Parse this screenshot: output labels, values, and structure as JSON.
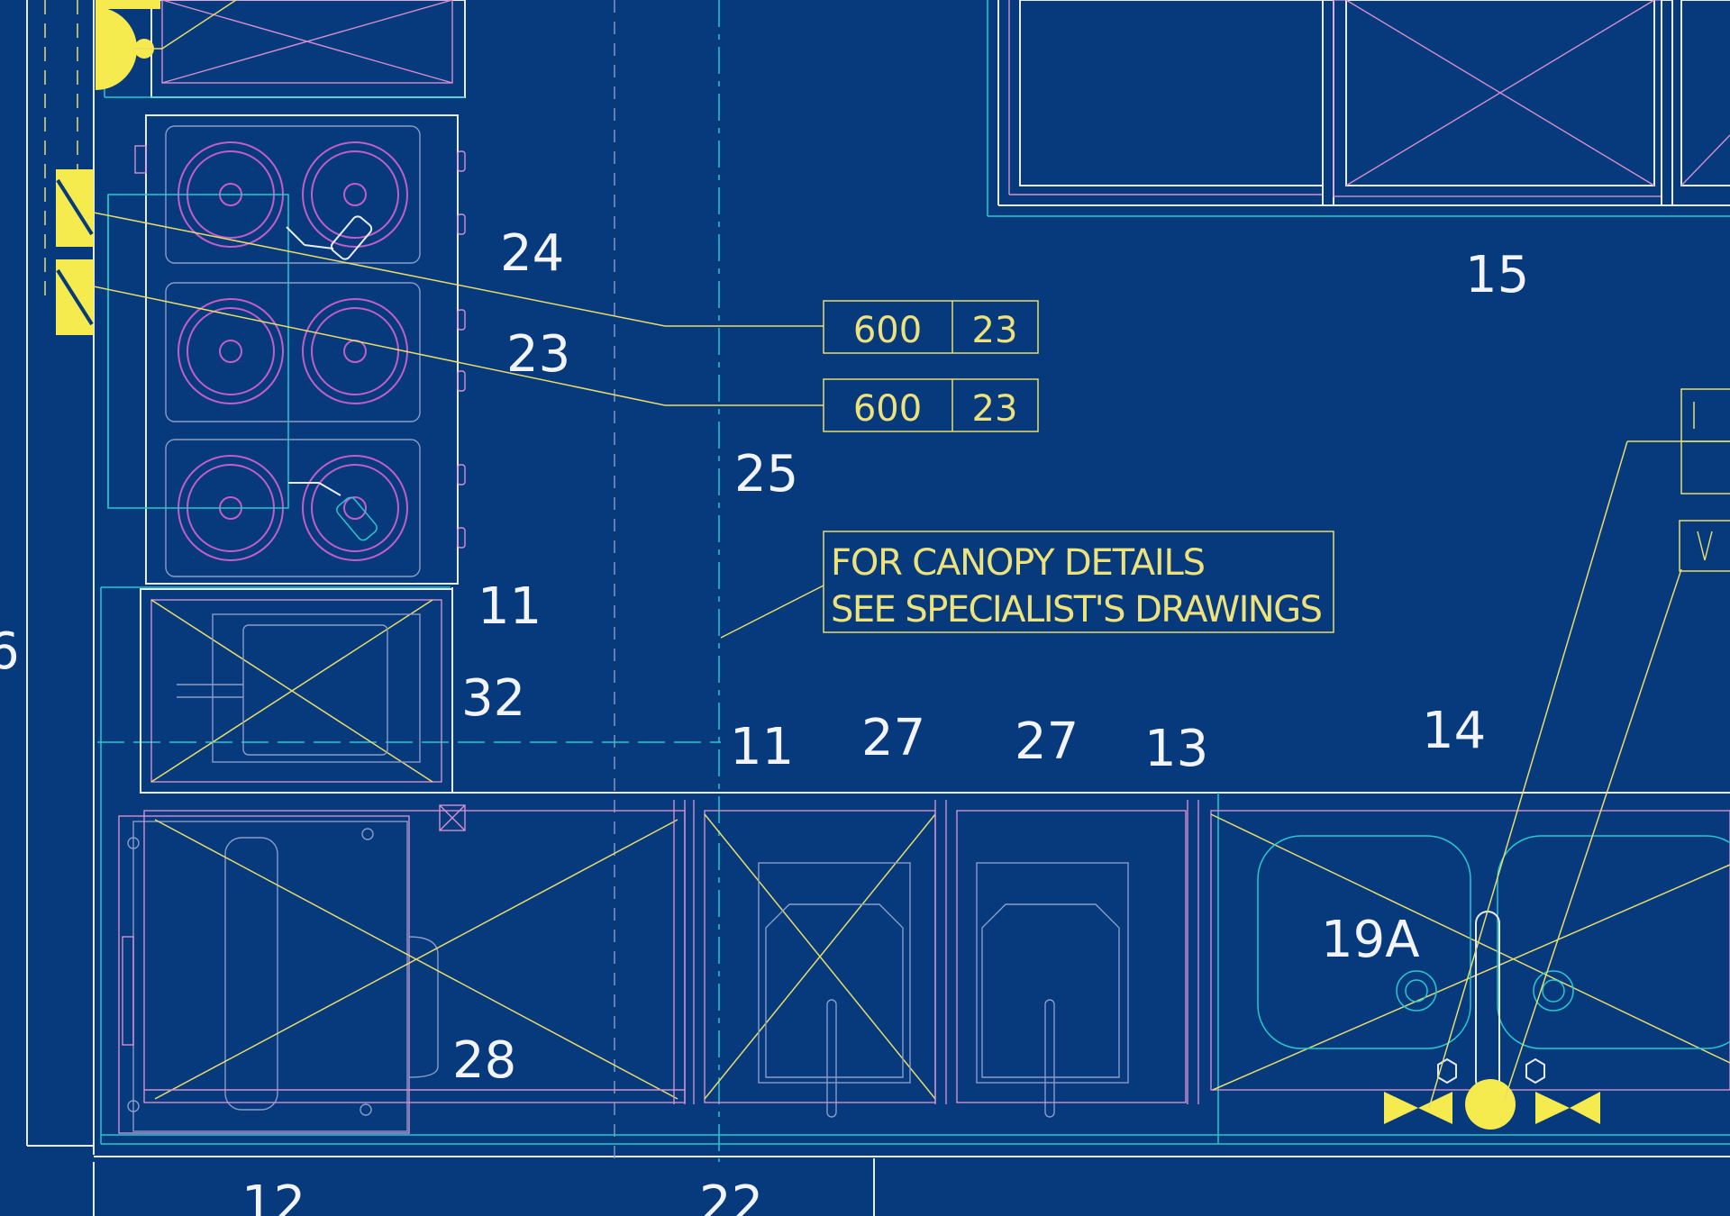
{
  "labels": {
    "item_24": "24",
    "item_23": "23",
    "item_25": "25",
    "item_15": "15",
    "item_11_a": "11",
    "item_32": "32",
    "item_11_b": "11",
    "item_27_a": "27",
    "item_27_b": "27",
    "item_13": "13",
    "item_14": "14",
    "item_19a": "19A",
    "item_28": "28",
    "item_12": "12",
    "item_22": "22",
    "item_6": "6"
  },
  "tags": {
    "tag_1": {
      "size": "600",
      "ref": "23"
    },
    "tag_2": {
      "size": "600",
      "ref": "23"
    }
  },
  "note": {
    "line1": "FOR CANOPY DETAILS",
    "line2": "SEE SPECIALIST'S DRAWINGS"
  },
  "colors": {
    "background": "#063a7c",
    "walls": "#e8ecf6",
    "outlines": "#d58fd0",
    "services": "#27c7cf",
    "leaders": "#e8dc6a",
    "fittings": "#f5ea4e"
  }
}
